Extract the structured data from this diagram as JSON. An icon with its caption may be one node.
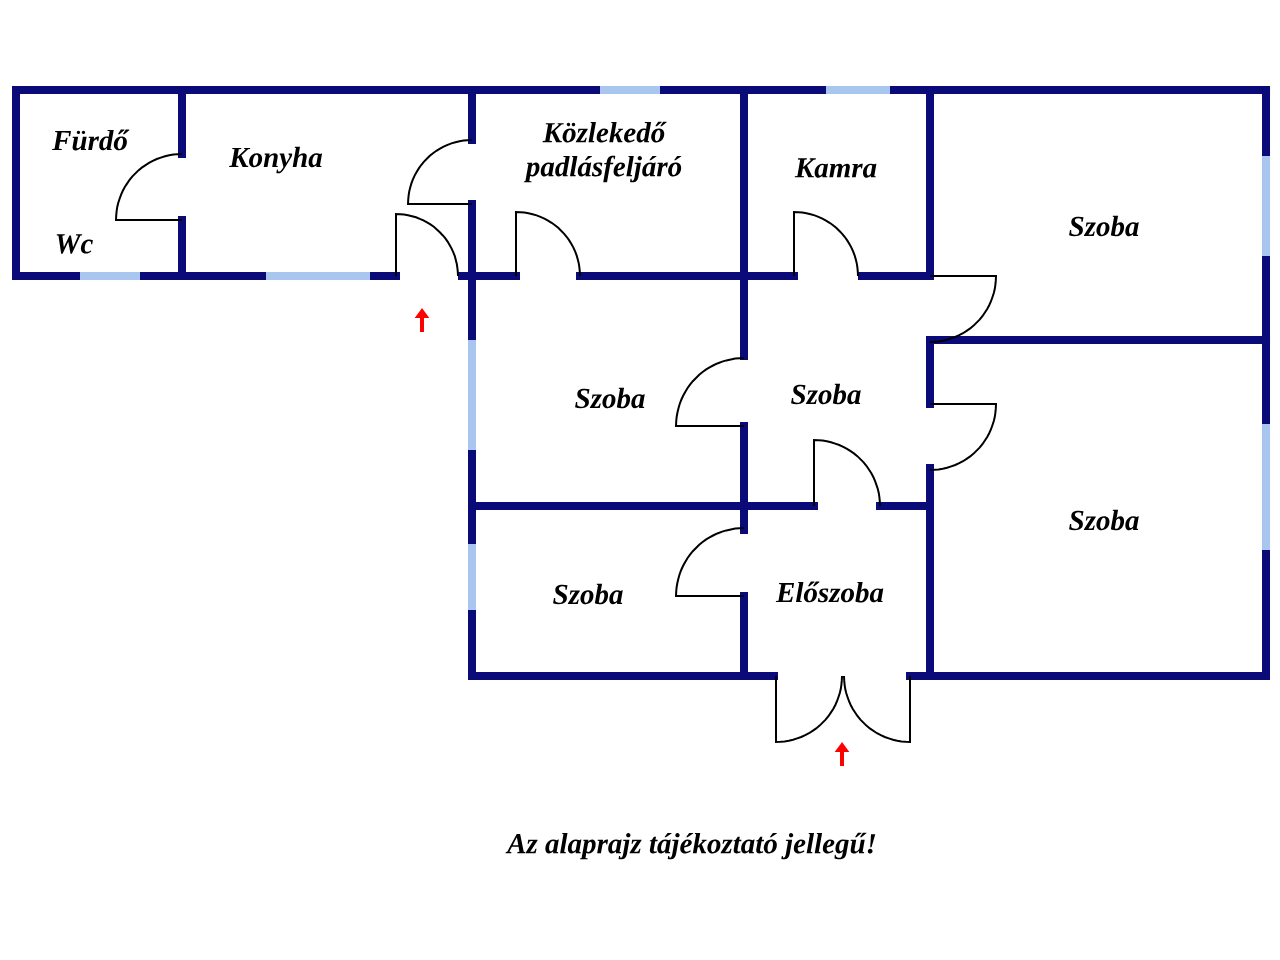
{
  "diagram": {
    "caption": "Az alaprajz tájékoztató jellegű!",
    "labels": [
      "Fürdő",
      "Konyha",
      "Közlekedő padlásfeljáró",
      "Kamra",
      "Szoba",
      "Wc",
      "Szoba",
      "Szoba",
      "Szoba",
      "Szoba",
      "Előszoba"
    ]
  }
}
